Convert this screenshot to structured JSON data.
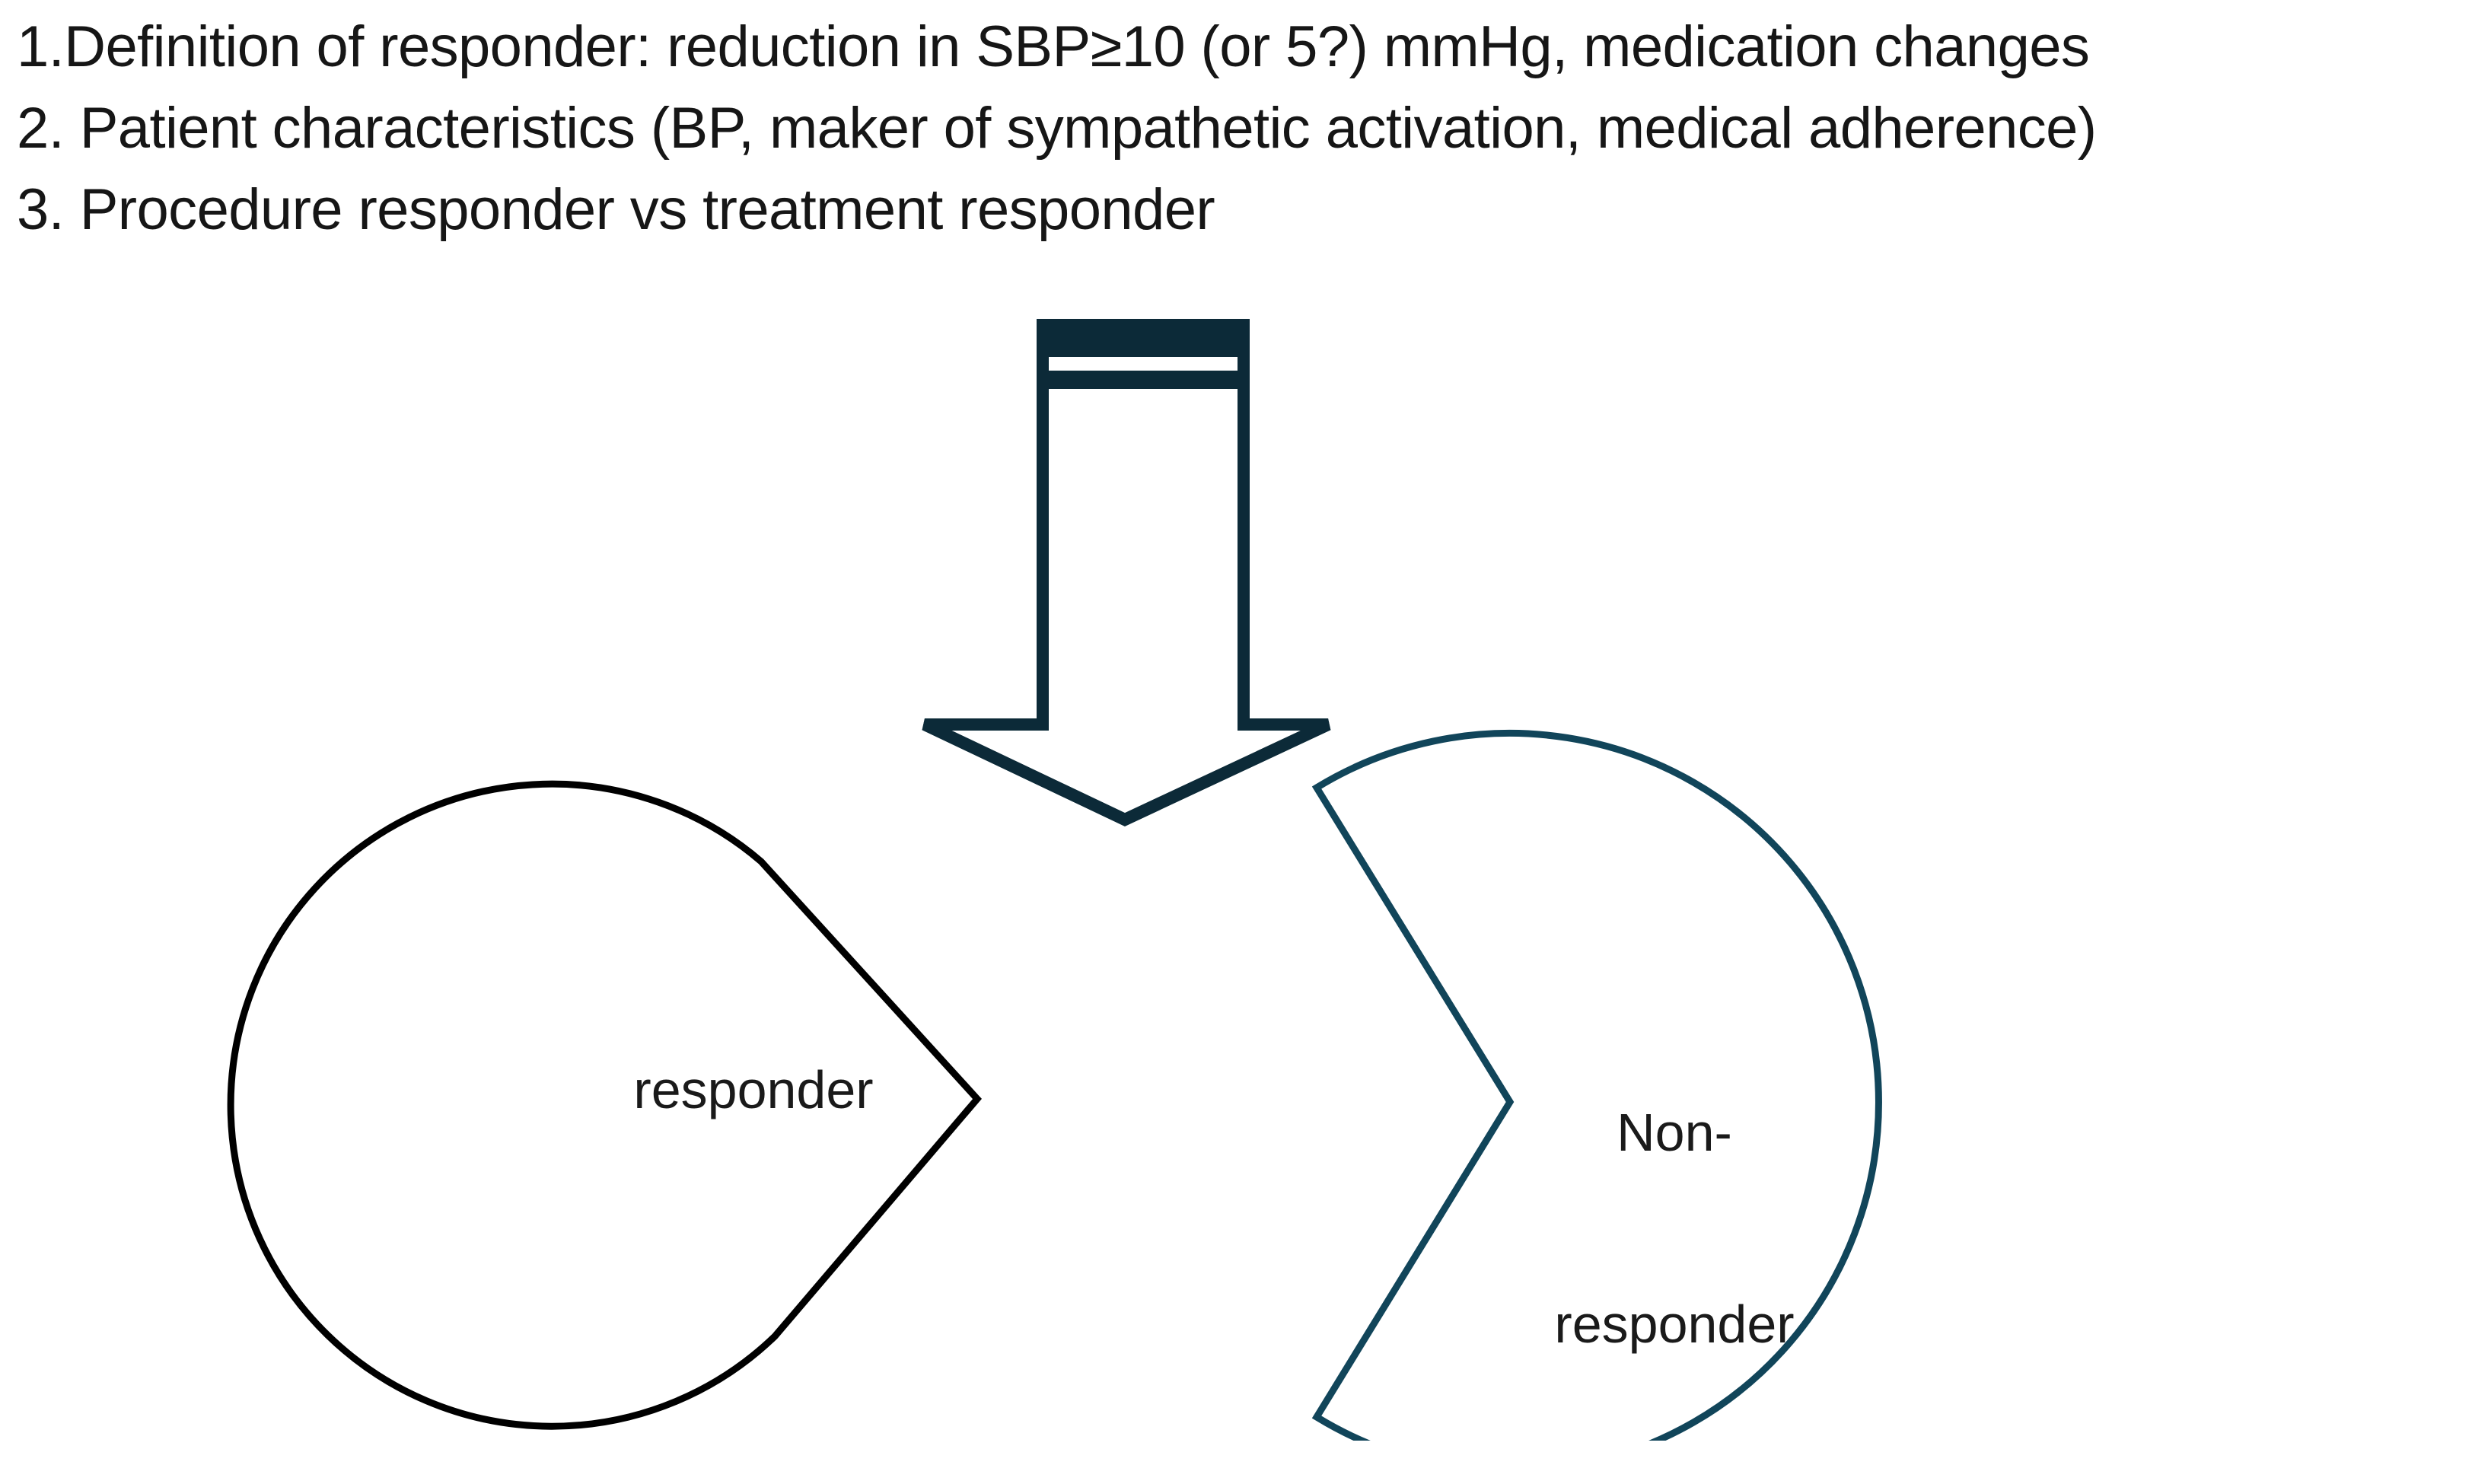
{
  "slide": {
    "background_color": "#ffffff",
    "bullets": [
      "1.Definition of responder: reduction in SBP≥10 (or 5?) mmHg, medication changes",
      "2. Patient characteristics (BP, maker of sympathetic activation, medical adherence)",
      "3. Procedure responder vs treatment responder"
    ],
    "text_color": "#161616"
  },
  "diagram": {
    "arrow": {
      "name": "striped-down-arrow",
      "direction": "down",
      "stroke_color": "#0c2a38",
      "fill_color": "#ffffff",
      "stripe_color": "#0c2a38",
      "stripe_count": 2
    },
    "shapes": [
      {
        "id": "responder",
        "name": "responder-pie-shape",
        "label": "responder",
        "shape_type": "pie",
        "stroke_color": "#000000",
        "fill_color": "#ffffff",
        "vertex_side": "right"
      },
      {
        "id": "non-responder",
        "name": "non-responder-pacman-shape",
        "label_line_1": "Non-",
        "label_line_2": "responder",
        "label": "Non-\nresponder",
        "shape_type": "pac-man",
        "stroke_color": "#11455a",
        "fill_color": "#ffffff",
        "notch_side": "left"
      }
    ]
  }
}
